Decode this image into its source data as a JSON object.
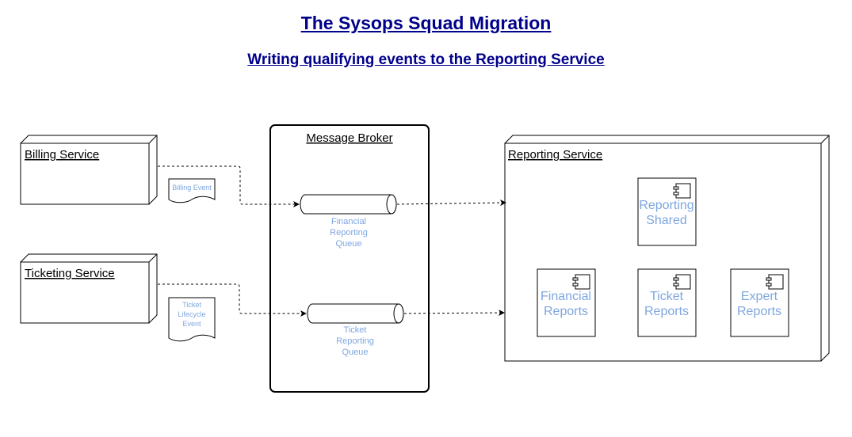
{
  "title": "The Sysops Squad Migration",
  "subtitle": "Writing qualifying events to the Reporting Service",
  "colors": {
    "title": "#00008b",
    "label_blue": "#7ea6e0",
    "stroke": "#000000"
  },
  "nodes": {
    "billing_service": "Billing Service",
    "ticketing_service": "Ticketing Service",
    "message_broker": "Message Broker",
    "reporting_service": "Reporting Service"
  },
  "documents": {
    "billing_event": "Billing Event",
    "ticket_lifecycle_event": [
      "Ticket",
      "Lifecycle",
      "Event"
    ]
  },
  "queues": {
    "financial": [
      "Financial",
      "Reporting",
      "Queue"
    ],
    "ticket": [
      "Ticket",
      "Reporting",
      "Queue"
    ]
  },
  "components": {
    "reporting_shared": [
      "Reporting",
      "Shared"
    ],
    "financial_reports": [
      "Financial",
      "Reports"
    ],
    "ticket_reports": [
      "Ticket",
      "Reports"
    ],
    "expert_reports": [
      "Expert",
      "Reports"
    ]
  },
  "icons": {
    "component": "uml-component-icon",
    "document": "document-icon",
    "queue": "cylinder-queue-icon"
  }
}
